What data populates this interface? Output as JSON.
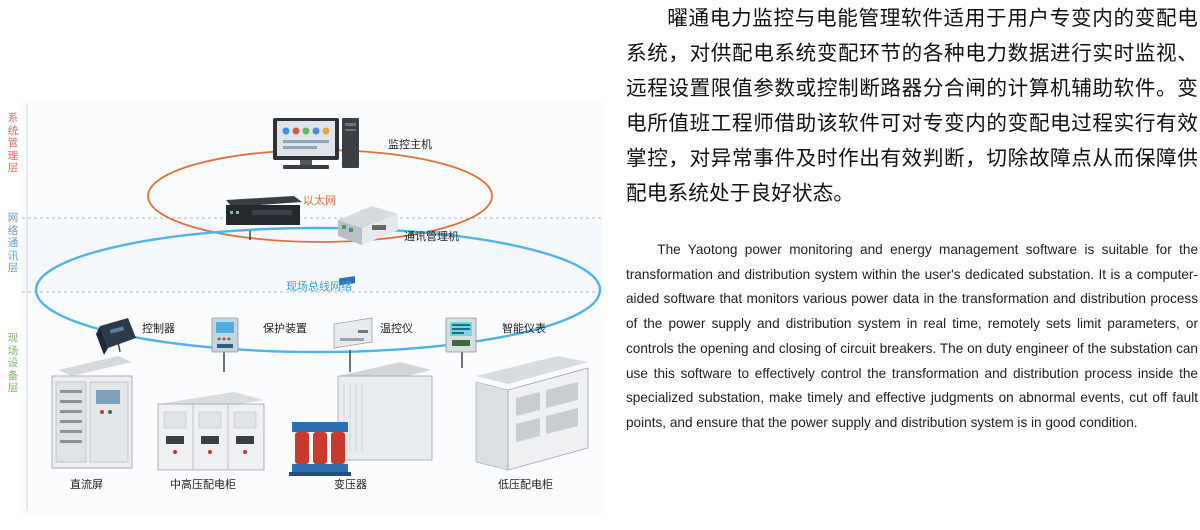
{
  "layers": {
    "top": "系统管理层",
    "middle": "网络通讯层",
    "bottom": "现场设备层"
  },
  "networks": {
    "ethernet": "以太网",
    "fieldbus": "现场总线网络"
  },
  "devices": {
    "host": "监控主机",
    "comm_manager": "通讯管理机",
    "controller": "控制器",
    "protection": "保护装置",
    "temp_controller": "温控仪",
    "smart_meter": "智能仪表"
  },
  "cabinets": {
    "dc_screen": "直流屏",
    "mv_cabinet": "中高压配电柜",
    "transformer": "变压器",
    "lv_cabinet": "低压配电柜"
  },
  "colors": {
    "top_layer": "#e46a6a",
    "middle_layer": "#6a9bd8",
    "bottom_layer": "#7cb86b",
    "ethernet_ring": "#e0703a",
    "fieldbus_ring": "#4fb3e6"
  },
  "text": {
    "cn": "曜通电力监控与电能管理软件适用于用户专变内的变配电系统，对供配电系统变配环节的各种电力数据进行实时监视、远程设置限值参数或控制断路器分合闸的计算机辅助软件。变电所值班工程师借助该软件可对专变内的变配电过程实行有效掌控，对异常事件及时作出有效判断，切除故障点从而保障供配电系统处于良好状态。",
    "en": "The Yaotong power monitoring and energy management software is suitable for the transformation and distribution system within the user's dedicated substation. It is a computer-aided software that monitors various power data in the transformation and distribution process of the power supply and distribution system in real time, remotely sets limit parameters, or controls the opening and closing of circuit breakers. The on duty engineer of the substation can use this software to effectively control the transformation and distribution process inside the specialized substation, make timely and effective judgments on abnormal events, cut off fault points, and ensure that the power supply and distribution system is in good condition."
  }
}
